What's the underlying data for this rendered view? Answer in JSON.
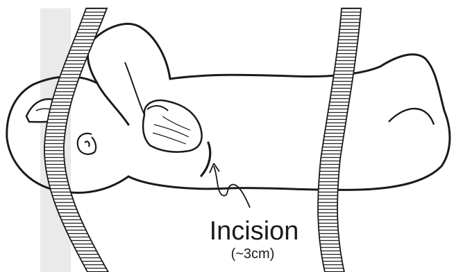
{
  "figure": {
    "subject": "infant-lying-supine-with-strap-restraints",
    "callout": {
      "label": "Incision",
      "sublabel": "(~3cm)"
    },
    "colors": {
      "line": "#1a1a1a",
      "background": "#ffffff",
      "bed_shadow": "#e6e6e6"
    }
  }
}
